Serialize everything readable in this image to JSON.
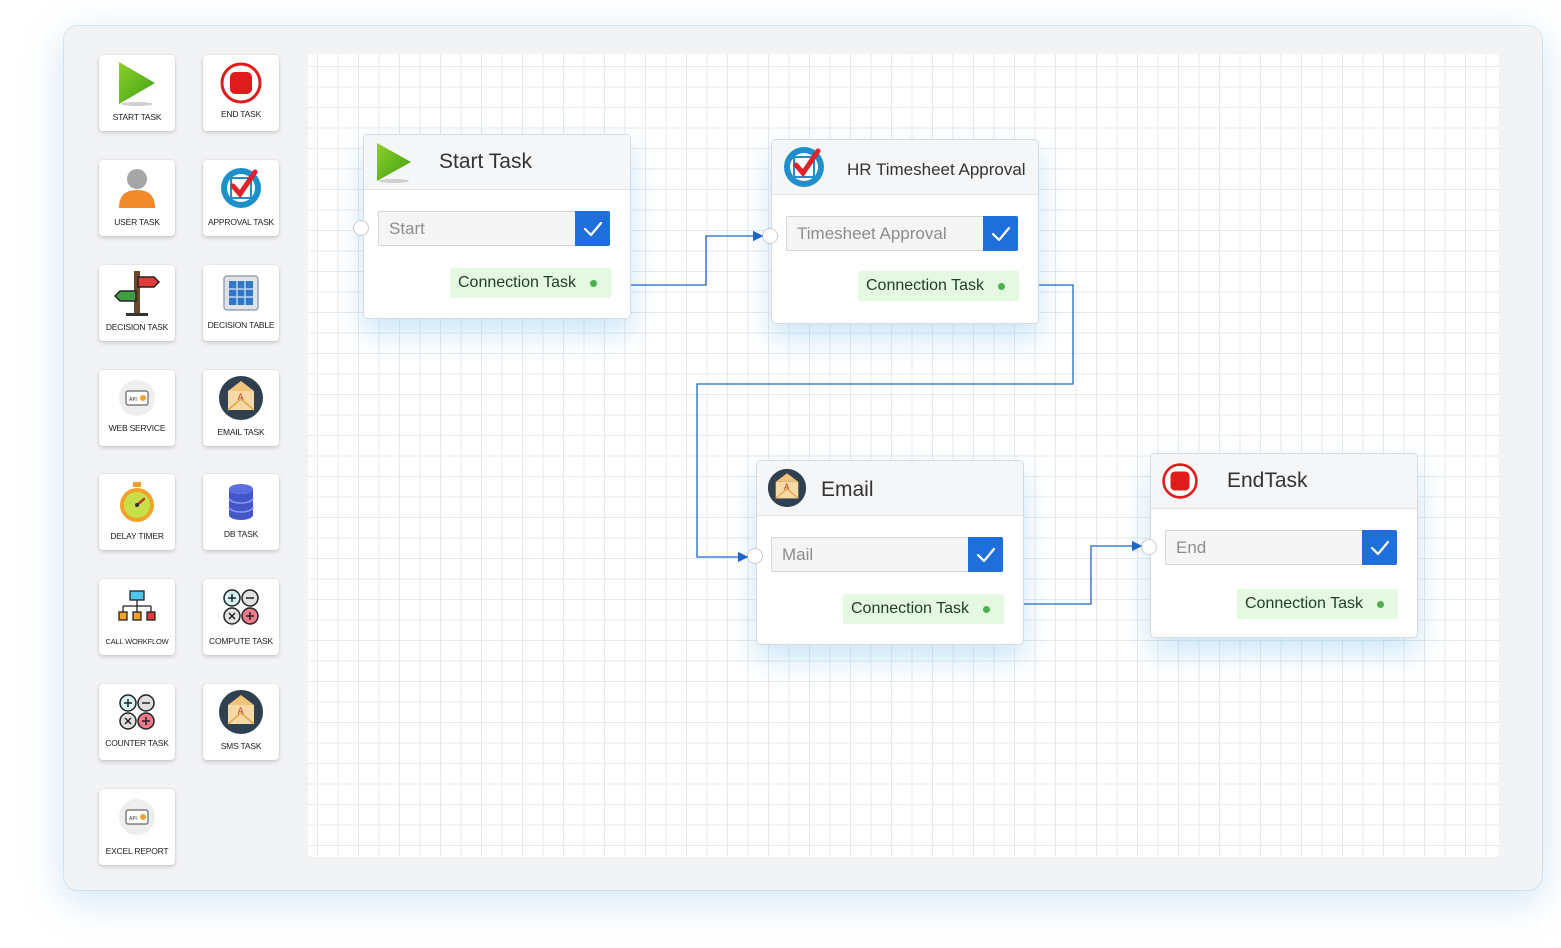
{
  "palette": {
    "items": [
      {
        "label": "START TASK",
        "icon": "play-icon"
      },
      {
        "label": "END TASK",
        "icon": "stop-icon"
      },
      {
        "label": "USER TASK",
        "icon": "user-icon"
      },
      {
        "label": "APPROVAL TASK",
        "icon": "approval-check-icon"
      },
      {
        "label": "DECISION TASK",
        "icon": "signpost-icon"
      },
      {
        "label": "DECISION TABLE",
        "icon": "table-icon"
      },
      {
        "label": "WEB SERVICE",
        "icon": "api-gear-icon"
      },
      {
        "label": "EMAIL TASK",
        "icon": "envelope-icon"
      },
      {
        "label": "DELAY TIMER",
        "icon": "stopwatch-icon"
      },
      {
        "label": "DB TASK",
        "icon": "database-icon"
      },
      {
        "label": "CALL WORKFLOW",
        "icon": "workflow-tree-icon"
      },
      {
        "label": "COMPUTE TASK",
        "icon": "math-operators-icon"
      },
      {
        "label": "COUNTER TASK",
        "icon": "math-operators-icon"
      },
      {
        "label": "SMS TASK",
        "icon": "envelope-icon"
      },
      {
        "label": "EXCEL REPORT",
        "icon": "api-gear-icon"
      }
    ]
  },
  "nodes": {
    "start": {
      "title": "Start Task",
      "input_value": "Start",
      "connection_label": "Connection Task",
      "icon": "play-icon"
    },
    "approval": {
      "title": "HR Timesheet Approval",
      "input_value": "Timesheet Approval",
      "connection_label": "Connection Task",
      "icon": "approval-check-icon"
    },
    "email": {
      "title": "Email",
      "input_value": "Mail",
      "connection_label": "Connection Task",
      "icon": "envelope-icon"
    },
    "end": {
      "title": "EndTask",
      "input_value": "End",
      "connection_label": "Connection Task",
      "icon": "stop-icon"
    }
  },
  "colors": {
    "accent_blue": "#1e6fdc",
    "connection_green_bg": "#e4f8e2",
    "connection_dot": "#4caf50",
    "wire": "#1f66c9"
  }
}
